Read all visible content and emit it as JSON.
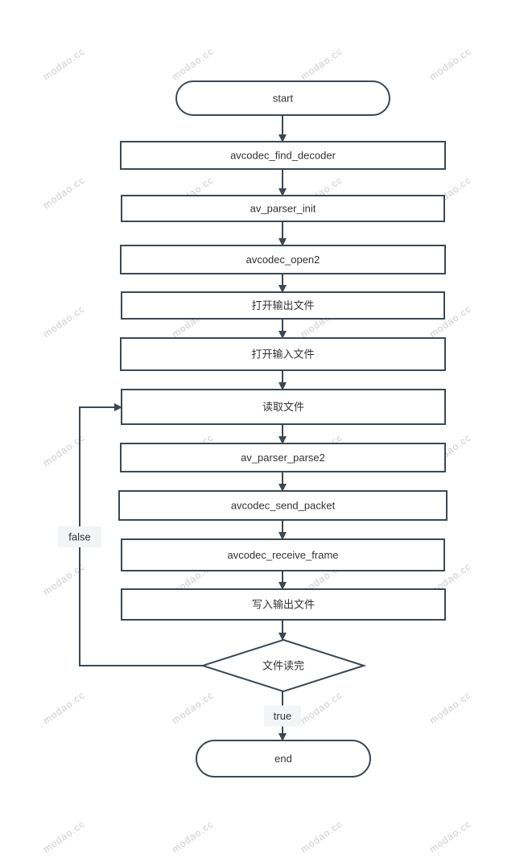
{
  "watermark": "modao.cc",
  "colors": {
    "stroke": "#3d4852",
    "node_fill": "#ffffff",
    "text": "#333333",
    "label_bg": "#f3f4f6",
    "watermark": "#d6d6d6"
  },
  "nodes": [
    {
      "id": "start",
      "shape": "terminal",
      "label": "start"
    },
    {
      "id": "find_decoder",
      "shape": "process",
      "label": "avcodec_find_decoder"
    },
    {
      "id": "parser_init",
      "shape": "process",
      "label": "av_parser_init"
    },
    {
      "id": "open2",
      "shape": "process",
      "label": "avcodec_open2"
    },
    {
      "id": "open_output",
      "shape": "process",
      "label": "打开输出文件"
    },
    {
      "id": "open_input",
      "shape": "process",
      "label": "打开输入文件"
    },
    {
      "id": "read_file",
      "shape": "process",
      "label": "读取文件"
    },
    {
      "id": "parser_parse2",
      "shape": "process",
      "label": "av_parser_parse2"
    },
    {
      "id": "send_packet",
      "shape": "process",
      "label": "avcodec_send_packet"
    },
    {
      "id": "receive_frame",
      "shape": "process",
      "label": "avcodec_receive_frame"
    },
    {
      "id": "write_output",
      "shape": "process",
      "label": "写入输出文件"
    },
    {
      "id": "file_read_done",
      "shape": "decision",
      "label": "文件读完"
    },
    {
      "id": "end",
      "shape": "terminal",
      "label": "end"
    }
  ],
  "edges": [
    {
      "from": "start",
      "to": "find_decoder",
      "label": ""
    },
    {
      "from": "find_decoder",
      "to": "parser_init",
      "label": ""
    },
    {
      "from": "parser_init",
      "to": "open2",
      "label": ""
    },
    {
      "from": "open2",
      "to": "open_output",
      "label": ""
    },
    {
      "from": "open_output",
      "to": "open_input",
      "label": ""
    },
    {
      "from": "open_input",
      "to": "read_file",
      "label": ""
    },
    {
      "from": "read_file",
      "to": "parser_parse2",
      "label": ""
    },
    {
      "from": "parser_parse2",
      "to": "send_packet",
      "label": ""
    },
    {
      "from": "send_packet",
      "to": "receive_frame",
      "label": ""
    },
    {
      "from": "receive_frame",
      "to": "write_output",
      "label": ""
    },
    {
      "from": "write_output",
      "to": "file_read_done",
      "label": ""
    },
    {
      "from": "file_read_done",
      "to": "end",
      "label": "true"
    },
    {
      "from": "file_read_done",
      "to": "read_file",
      "label": "false"
    }
  ]
}
